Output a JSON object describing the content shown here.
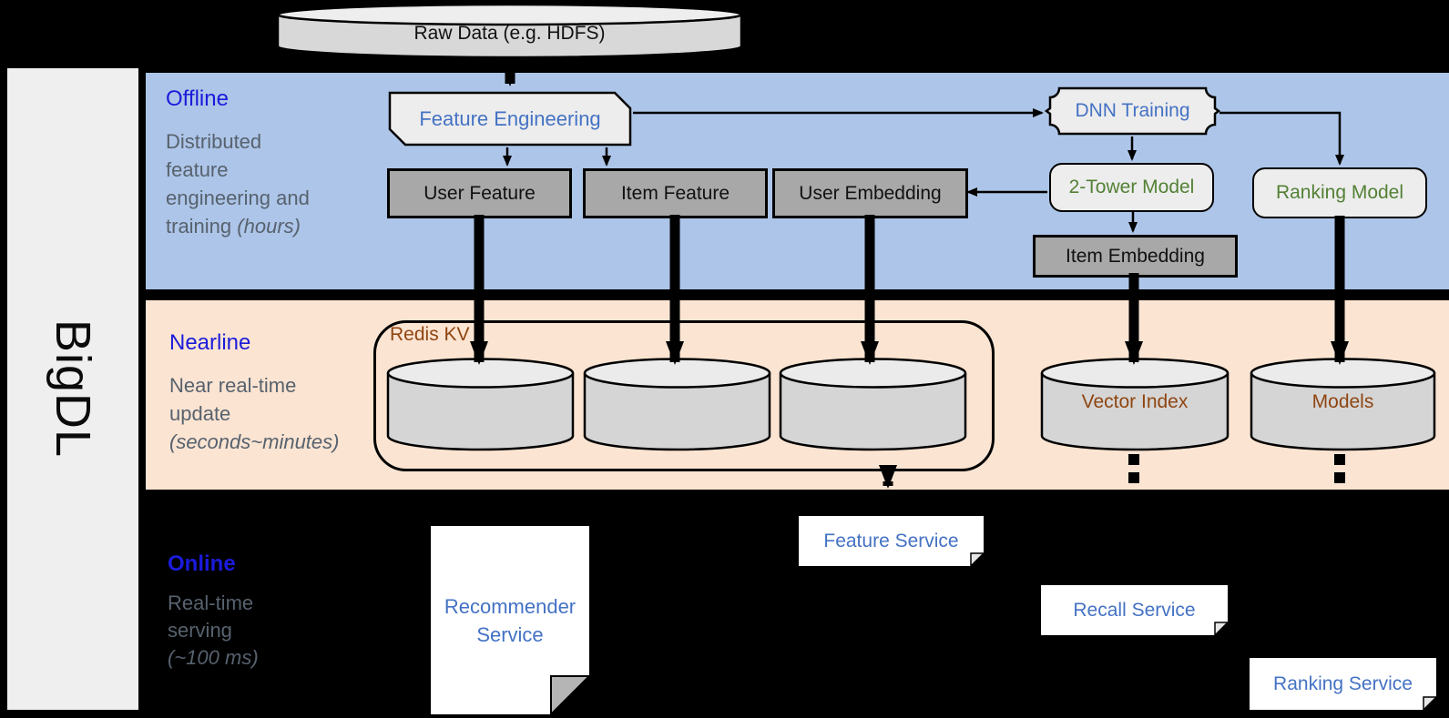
{
  "brand": {
    "label": "BigDL"
  },
  "source": {
    "label": "Raw Data (e.g. HDFS)"
  },
  "offline": {
    "title": "Offline",
    "line1": "Distributed",
    "line2": "feature",
    "line3": "engineering and",
    "line4": "training ",
    "line4_italic": "(hours)"
  },
  "nearline": {
    "title": "Nearline",
    "line1": "Near real-time",
    "line2": "update",
    "line3_italic": "(seconds~minutes)"
  },
  "online": {
    "title": "Online",
    "line1": "Real-time",
    "line2": "serving",
    "line3_italic": "(~100 ms)"
  },
  "offline_nodes": {
    "feature_engineering": "Feature Engineering",
    "dnn_training": "DNN Training",
    "user_feature": "User Feature",
    "item_feature": "Item Feature",
    "user_embedding": "User Embedding",
    "two_tower_model": "2-Tower Model",
    "ranking_model": "Ranking Model",
    "item_embedding": "Item Embedding"
  },
  "nearline_nodes": {
    "redis_kv": "Redis KV",
    "vector_index": "Vector Index",
    "models": "Models"
  },
  "online_nodes": {
    "recommender_line1": "Recommender",
    "recommender_line2": "Service",
    "feature_service": "Feature Service",
    "recall_service": "Recall Service",
    "ranking_service": "Ranking Service"
  },
  "colors": {
    "offline_band": "#adc5e8",
    "nearline_band": "#fbe4d2",
    "section_title_blue": "#1b1bdb",
    "description_gray": "#57626e",
    "node_text_blue": "#4472c4",
    "node_text_green": "#538135",
    "node_text_brown": "#8f4511",
    "dark_box_fill": "#a8a8a8",
    "light_box_fill": "#ededed",
    "cylinder_fill": "#d5d5d5",
    "background": "#000000"
  }
}
